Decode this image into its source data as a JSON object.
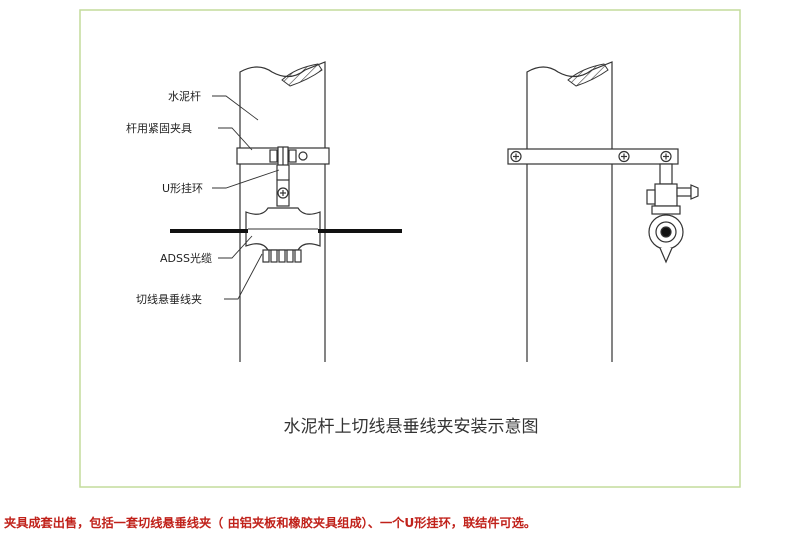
{
  "diagram": {
    "title": "水泥杆上切线悬垂线夹安装示意图",
    "labels": {
      "pole": "水泥杆",
      "pole_clamp": "杆用紧固夹具",
      "u_hook": "U形挂环",
      "cable": "ADSS光缆",
      "suspension_clamp": "切线悬垂线夹"
    }
  },
  "caption": "夹具成套出售，包括一套切线悬垂线夹（ 由铝夹板和橡胶夹具组成）、一个U形挂环，联结件可选。",
  "colors": {
    "frame_border": "#c3dc9c",
    "line": "#333333",
    "cable": "#111111",
    "caption_text": "#c0211a"
  }
}
